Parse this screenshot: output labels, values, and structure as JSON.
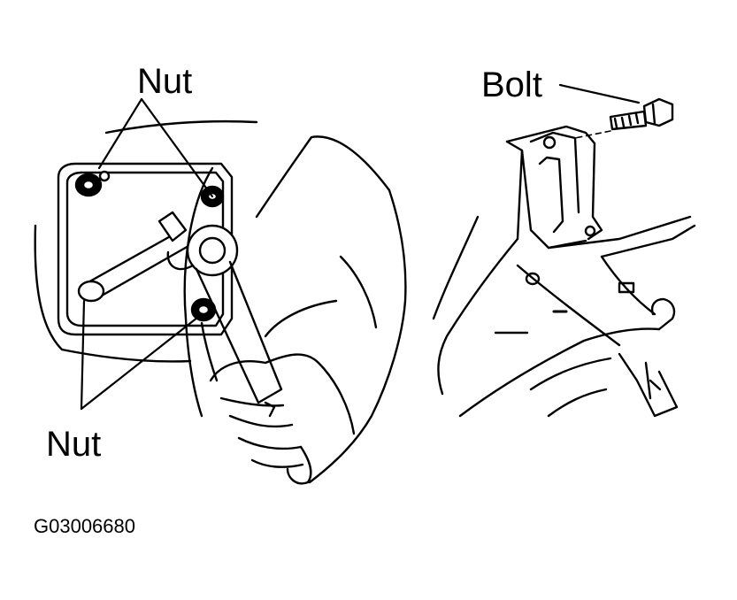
{
  "labels": {
    "nut_top": "Nut",
    "nut_bottom": "Nut",
    "bolt": "Bolt",
    "figure_code": "G03006680"
  },
  "colors": {
    "line": "#000000",
    "background": "#ffffff"
  }
}
